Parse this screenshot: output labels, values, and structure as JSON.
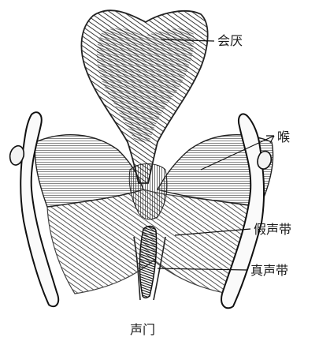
{
  "labels": {
    "epiglottis": "会厌",
    "larynx": "喉",
    "false_vocal_cords": "假声带",
    "true_vocal_cords": "真声带",
    "glottis": "声门"
  }
}
